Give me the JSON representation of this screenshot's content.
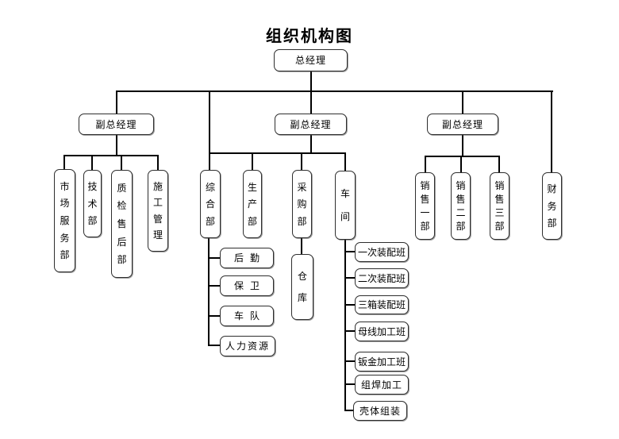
{
  "title": "组织机构图",
  "nodes": {
    "ceo": "总经理",
    "vp1": "副总经理",
    "vp2": "副总经理",
    "vp3": "副总经理",
    "market_service": "市场服务部",
    "technology": "技术部",
    "qa_aftersales": "质检售后部",
    "construction_mgmt": "施工管理",
    "general_affairs": "综合部",
    "production": "生产部",
    "purchasing": "采购部",
    "workshop": "车间",
    "warehouse": "仓库",
    "logistics": "后勤",
    "security": "保卫",
    "motor_pool": "车队",
    "human_resources": "人力资源",
    "assembly_class_1": "一次装配班",
    "assembly_class_2": "二次装配班",
    "three_box_assembly": "三箱装配班",
    "busbar_processing": "母线加工班",
    "sheet_metal_processing": "钣金加工班",
    "welding_processing": "组焊加工",
    "shell_assembly": "壳体组装",
    "sales_dept_1": "销售一部",
    "sales_dept_2": "销售二部",
    "sales_dept_3": "销售三部",
    "finance": "财务部"
  },
  "colors": {
    "line": "#000000",
    "box_border": "#2e2e2e",
    "background": "#ffffff",
    "text": "#000000"
  }
}
